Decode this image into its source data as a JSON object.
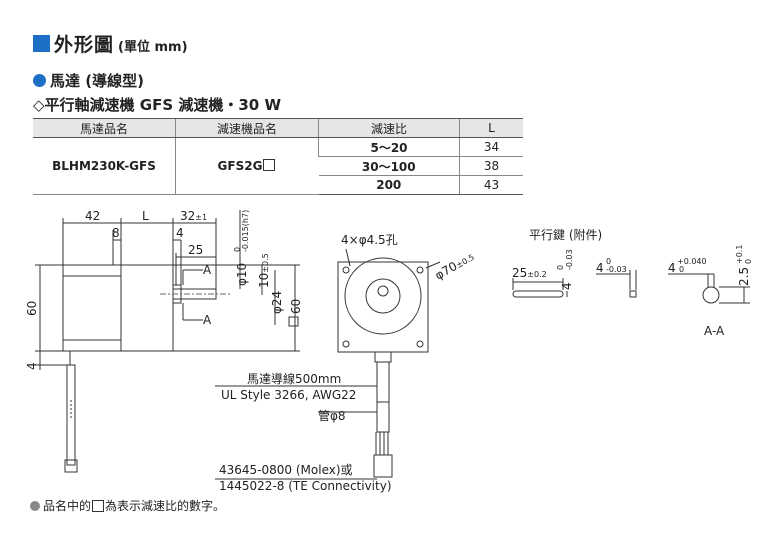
{
  "header": {
    "title": "外形圖",
    "unit": "(單位 mm)"
  },
  "section": {
    "title": "馬達 (導線型)",
    "subtitle": "◇平行軸減速機 GFS 減速機・30 W"
  },
  "table": {
    "headers": [
      "馬達品名",
      "減速機品名",
      "減速比",
      "L"
    ],
    "motor": "BLHM230K-GFS",
    "gearhead": "GFS2G",
    "rows": [
      {
        "ratio": "5～20",
        "l": "34"
      },
      {
        "ratio": "30～100",
        "l": "38"
      },
      {
        "ratio": "200",
        "l": "43"
      }
    ]
  },
  "drawing": {
    "dim_42": "42",
    "dim_L": "L",
    "dim_32": "32",
    "dim_32_tol": "±1",
    "dim_8": "8",
    "dim_4": "4",
    "dim_25": "25",
    "label_A": "A",
    "phi10": "φ10",
    "phi10_tol_upper": "0",
    "phi10_tol_lower": "-0.015(h7)",
    "dim_10": "10",
    "dim_10_tol": "±0.5",
    "phi24": "φ24",
    "dim_60_right": "60",
    "dim_60_left": "60",
    "dim_4_bottom": "4",
    "holes": "4×φ4.5孔",
    "phi70": "φ70",
    "phi70_tol": "±0.5",
    "lead_label": "馬達導線500mm",
    "lead_spec": "UL Style 3266, AWG22",
    "tube": "管φ8",
    "connector1": "43645-0800 (Molex)或",
    "connector2": "1445022-8 (TE Connectivity)",
    "key_title": "平行鍵 (附件)",
    "key_25": "25",
    "key_25_tol": "±0.2",
    "key_4a": "4",
    "key_4a_tol_upper": "0",
    "key_4a_tol_lower": "-0.03",
    "key_4b": "4",
    "key_4b_tol_upper": "0",
    "key_4b_tol_lower": "-0.03",
    "keyway_4": "4",
    "keyway_4_tol_upper": "+0.040",
    "keyway_4_tol_lower": "0",
    "keyway_25": "2.5",
    "keyway_25_tol_upper": "+0.1",
    "keyway_25_tol_lower": "0",
    "section_label": "A-A"
  },
  "footnote": {
    "before": "品名中的",
    "after": "為表示減速比的數字。"
  }
}
